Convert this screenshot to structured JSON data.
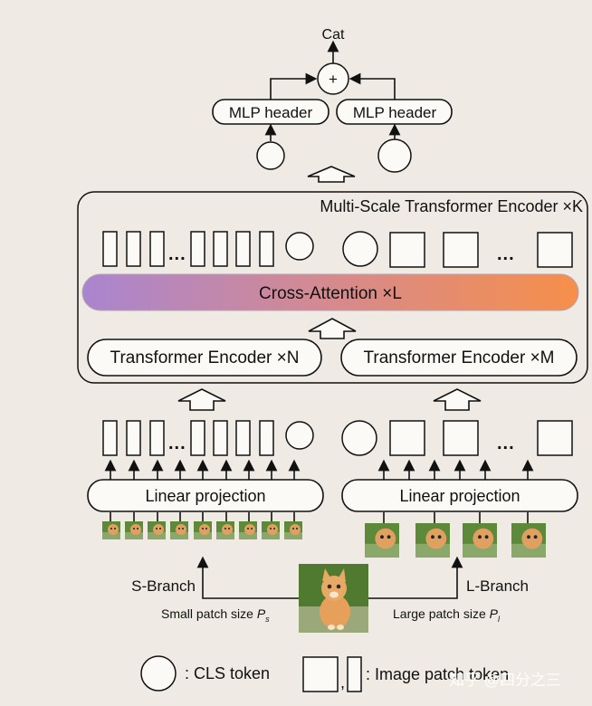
{
  "output_label": "Cat",
  "plus_symbol": "+",
  "mlp_header_left": "MLP header",
  "mlp_header_right": "MLP header",
  "multi_scale_encoder_label": "Multi-Scale Transformer Encoder ×K",
  "cross_attention_label": "Cross-Attention ×L",
  "transformer_encoder_small": "Transformer Encoder ×N",
  "transformer_encoder_large": "Transformer Encoder ×M",
  "linear_projection_left": "Linear projection",
  "linear_projection_right": "Linear projection",
  "ellipsis": "...",
  "s_branch_label": "S-Branch",
  "l_branch_label": "L-Branch",
  "small_patch_label": "Small patch size ",
  "small_patch_symbol": "P",
  "small_patch_sub": "s",
  "large_patch_label": "Large patch size ",
  "large_patch_symbol": "P",
  "large_patch_sub": "l",
  "legend_cls": ": CLS token",
  "legend_comma": ",",
  "legend_patch": ": Image patch token",
  "watermark": "知乎 @四分之三",
  "colors": {
    "gradient_start": "#a985d0",
    "gradient_mid": "#d68a8e",
    "gradient_end": "#f68f4a",
    "background": "#efebe4"
  },
  "icons": {
    "cls_token": "circle",
    "patch_token_small": "narrow-rectangle",
    "patch_token_large": "square",
    "flow_arrow": "hollow-up-arrow",
    "cat_image": "cat-photo"
  }
}
